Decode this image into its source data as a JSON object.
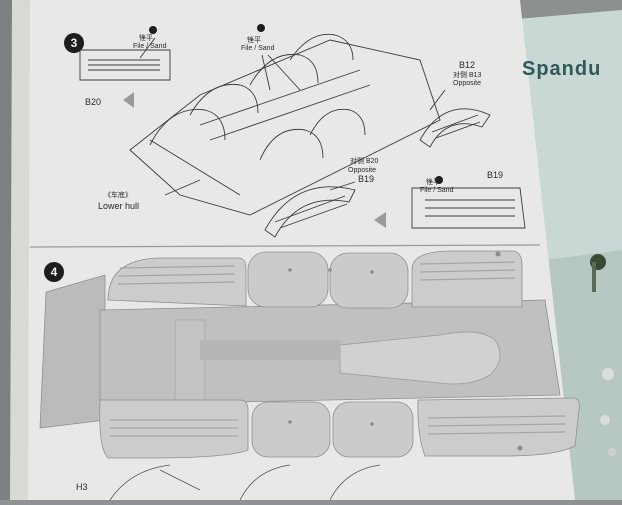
{
  "step3": {
    "number": "3",
    "file_sand_cn": "锉平",
    "file_sand": "File / Sand",
    "b20": "B20",
    "b12": "B12",
    "b13_cn": "对侧 B13",
    "opposite": "Opposite",
    "b20_cn": "对侧 B20",
    "b19": "B19",
    "lower_hull_cn": "《车底》",
    "lower_hull": "Lower hull"
  },
  "step4": {
    "number": "4"
  },
  "bottom_label": "H3",
  "brand_text": "Spandu",
  "colors": {
    "paper": "#e9e9e7",
    "plastic": "#c5c7c6",
    "plastic_dark": "#a8abaa",
    "box_teal": "#c8d8d4"
  },
  "icons": [
    "file-sand-icon",
    "direction-arrow-icon"
  ]
}
